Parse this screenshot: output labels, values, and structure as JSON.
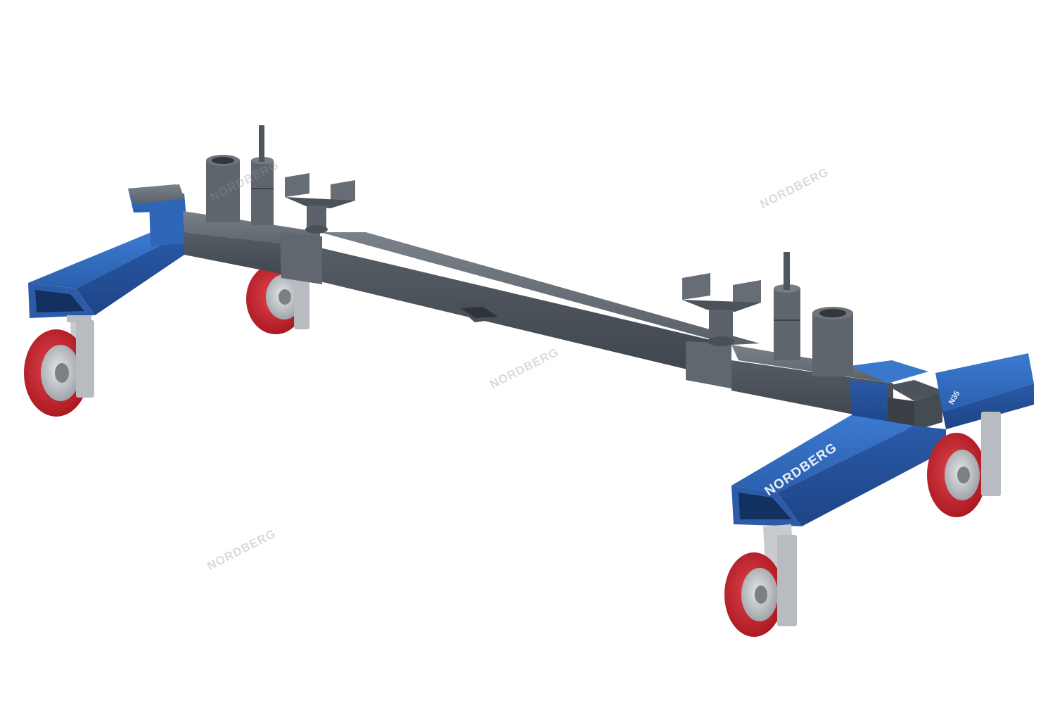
{
  "product": {
    "brand_print": "NORDBERG",
    "model_print": "N35"
  },
  "watermarks": [
    "NORDBERG",
    "NORDBERG",
    "NORDBERG",
    "NORDBERG"
  ],
  "colors": {
    "background": "#ffffff",
    "frame_blue": "#2f66b8",
    "beam_gray": "#5c636b",
    "wheel_red": "#c4222b",
    "hub_silver": "#c9ccd0"
  }
}
